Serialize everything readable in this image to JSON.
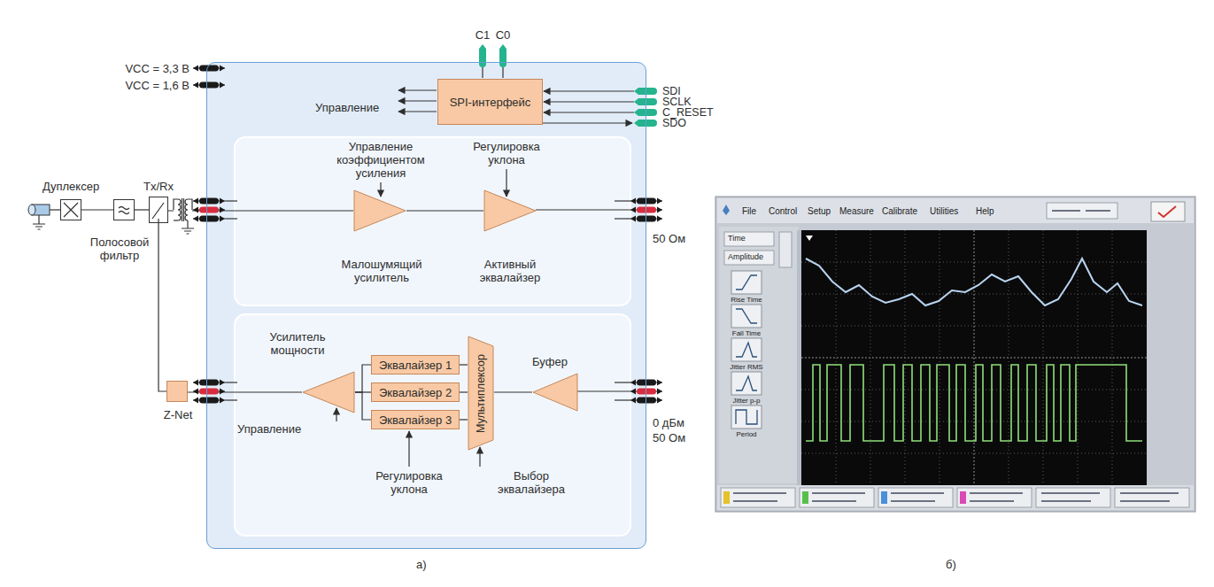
{
  "diagram": {
    "nodes": [
      {
        "text": [
          "Управление"
        ]
      },
      {
        "text": [
          "SPI-интерфейс"
        ],
        "in": 0
      },
      {
        "text": [
          "Малошумящий усилитель"
        ],
        "in": 0
      },
      {
        "text": [
          "Активный эквалайзер"
        ],
        "in": 0
      },
      {
        "text": [
          "Усилитель мощности"
        ],
        "in": 0
      },
      {
        "text": [
          "Эквалайзер 1"
        ],
        "in": 0
      },
      {
        "text": [
          "Эквалайзер 2"
        ],
        "in": 0
      },
      {
        "text": [
          "Эквалайзер 3"
        ],
        "in": 0
      },
      {
        "text": [
          "Мультиплексор"
        ],
        "in": 0
      },
      {
        "text": [
          "Буфер"
        ],
        "in": 0
      },
      {
        "text": [
          "Дуплексер"
        ]
      },
      {
        "text": [
          "Полосовой фильтр"
        ]
      },
      {
        "text": [
          "Tx/Rx"
        ]
      },
      {
        "text": [
          "Z-Net"
        ]
      }
    ],
    "edges": [
      {
        "from": 10,
        "to": 11,
        "arrow": "none"
      },
      {
        "from": 11,
        "to": 12,
        "arrow": "none"
      },
      {
        "from": 12,
        "to": 2,
        "arrow": "none"
      },
      {
        "from": 2,
        "to": 3,
        "arrow": "none"
      },
      {
        "from": 9,
        "to": 8,
        "arrow": "none"
      },
      {
        "from": 8,
        "to": 5,
        "arrow": "none"
      },
      {
        "from": 8,
        "to": 6,
        "arrow": "none"
      },
      {
        "from": 8,
        "to": 7,
        "arrow": "none"
      },
      {
        "from": 5,
        "to": 4,
        "arrow": "none"
      },
      {
        "from": 6,
        "to": 4,
        "arrow": "none"
      },
      {
        "from": 7,
        "to": 4,
        "arrow": "none"
      },
      {
        "from": 4,
        "to": 13,
        "arrow": "none"
      },
      {
        "from": 13,
        "to": 12,
        "arrow": "none"
      }
    ],
    "labels": [
      "VCC = 3,3 В",
      "VCC = 1,6 В",
      "C1",
      "C0",
      "SDI",
      "SCLK",
      "C_RESET",
      "SDO",
      "Управление коэффициентом усиления",
      "Регулировка уклона",
      "50 Ом",
      "Управление",
      "Регулировка уклона",
      "Выбор эквалайзера",
      "0 дБм",
      "50 Ом",
      "а)",
      "б)",
      "File",
      "Control",
      "Setup",
      "Measure",
      "Calibrate",
      "Utilities",
      "Help",
      "Time",
      "Amplitude",
      "Rise Time",
      "Fall Time",
      "Jitter RMS",
      "Jitter p-p",
      "Period"
    ]
  }
}
